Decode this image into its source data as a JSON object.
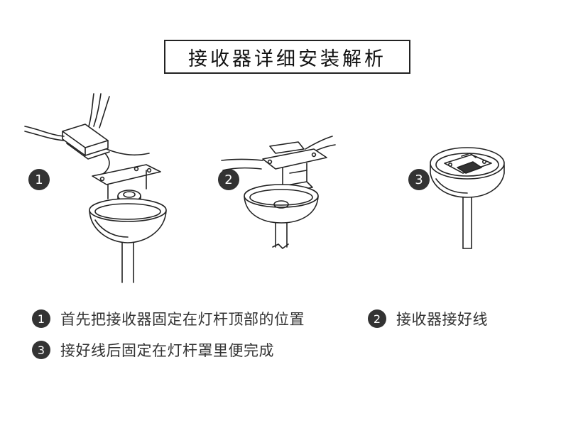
{
  "title": "接收器详细安装解析",
  "illustrations": [
    {
      "number": "1"
    },
    {
      "number": "2"
    },
    {
      "number": "3"
    }
  ],
  "steps": [
    {
      "number": "1",
      "text": "首先把接收器固定在灯杆顶部的位置"
    },
    {
      "number": "2",
      "text": "接收器接好线"
    },
    {
      "number": "3",
      "text": "接好线后固定在灯杆罩里便完成"
    }
  ]
}
